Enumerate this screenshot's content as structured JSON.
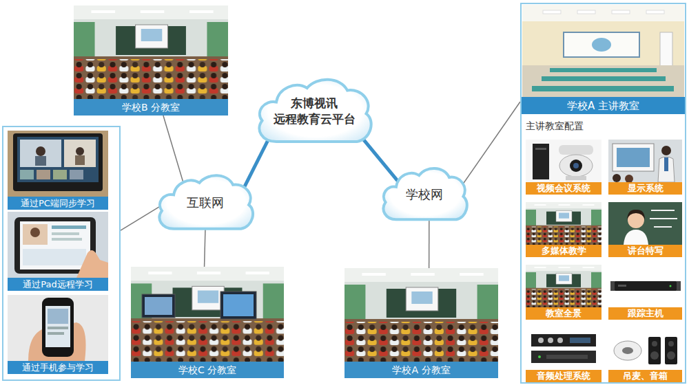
{
  "diagram": {
    "nodes": [
      {
        "text": [
          "学校B 分教室"
        ]
      },
      {
        "text": [
          "东博视讯 远程教育云平台"
        ]
      },
      {
        "text": [
          "学校A 主讲教室",
          "主讲教室配置"
        ]
      },
      {
        "text": [
          "视频会议系统"
        ],
        "in": 2
      },
      {
        "text": [
          "显示系统"
        ],
        "in": 2
      },
      {
        "text": [
          "多媒体教学"
        ],
        "in": 2
      },
      {
        "text": [
          "讲台特写"
        ],
        "in": 2
      },
      {
        "text": [
          "教室全景"
        ],
        "in": 2
      },
      {
        "text": [
          "跟踪主机"
        ],
        "in": 2
      },
      {
        "text": [
          "音频处理系统"
        ],
        "in": 2
      },
      {
        "text": [
          "吊麦、音箱"
        ],
        "in": 2
      },
      {
        "text": []
      },
      {
        "text": [
          "通过PC端同步学习"
        ],
        "in": 11
      },
      {
        "text": [
          "通过Pad远程学习"
        ],
        "in": 11
      },
      {
        "text": [
          "通过手机参与学习"
        ],
        "in": 11
      },
      {
        "text": [
          "互联网"
        ]
      },
      {
        "text": [
          "学校网"
        ]
      },
      {
        "text": [
          "学校C 分教室"
        ]
      },
      {
        "text": [
          "学校A 分教室"
        ]
      }
    ],
    "edges": [
      {
        "from": 0,
        "to": 15,
        "arrow": "none"
      },
      {
        "from": 11,
        "to": 15,
        "arrow": "none"
      },
      {
        "from": 15,
        "to": 17,
        "arrow": "none"
      },
      {
        "from": 15,
        "to": 1,
        "arrow": "none"
      },
      {
        "from": 1,
        "to": 16,
        "arrow": "none"
      },
      {
        "from": 16,
        "to": 18,
        "arrow": "none"
      },
      {
        "from": 16,
        "to": 2,
        "arrow": "none"
      }
    ]
  }
}
